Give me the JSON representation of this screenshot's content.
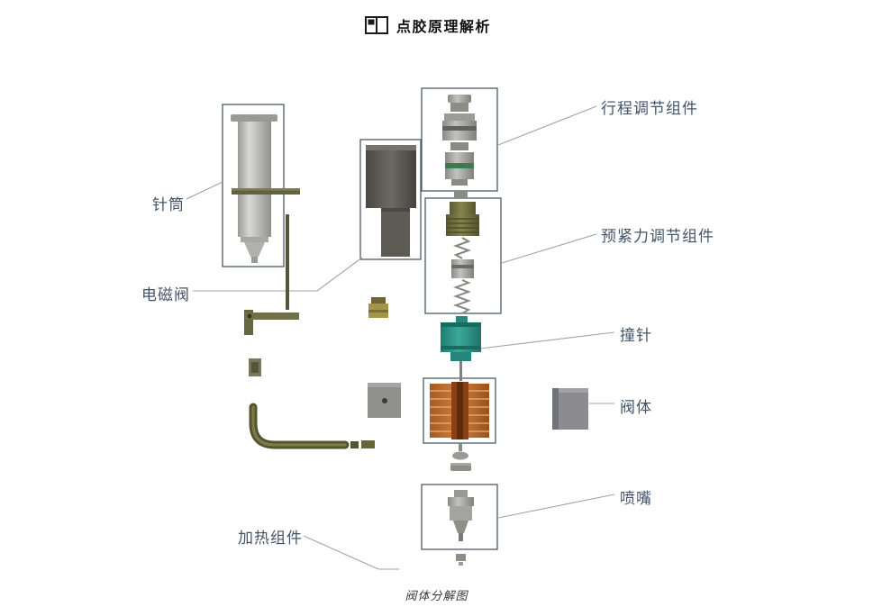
{
  "header": {
    "title": "点胶原理解析"
  },
  "labels": {
    "syringe": "针筒",
    "solenoid_valve": "电磁阀",
    "stroke_adjustment": "行程调节组件",
    "preload_adjustment": "预紧力调节组件",
    "striker_pin": "撞针",
    "valve_body": "阀体",
    "nozzle": "喷嘴",
    "heating_component": "加热组件"
  },
  "caption": "阀体分解图",
  "icons": {
    "title_icon": "window-panes-icon"
  },
  "colors": {
    "label_text": "#42556a",
    "title_text": "#111111",
    "box_border": "#4a5a68",
    "leader_line": "#9aa4ab",
    "striker_teal": "#2f9d8f",
    "valve_body_copper": "#c4762e",
    "preload_olive": "#7a7a46",
    "solenoid_gray": "#5d5b54"
  }
}
